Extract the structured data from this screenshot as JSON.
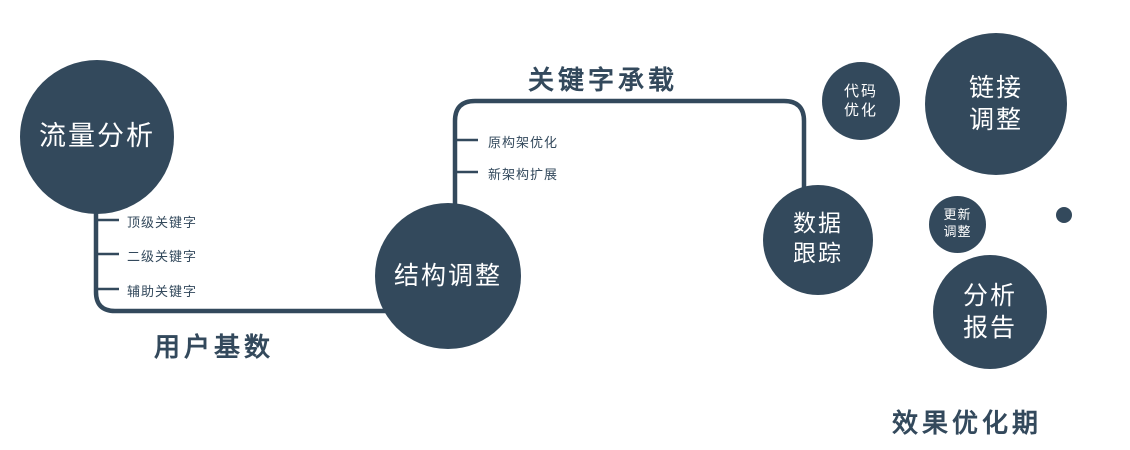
{
  "colors": {
    "primary": "#33495c",
    "text_on_node": "#ffffff"
  },
  "nodes": {
    "traffic_analysis": {
      "label": "流量分析"
    },
    "structure_adjustment": {
      "label": "结构调整"
    },
    "data_tracking": {
      "line1": "数据",
      "line2": "跟踪"
    },
    "code_optimization": {
      "line1": "代码",
      "line2": "优化"
    },
    "link_adjustment": {
      "line1": "链接",
      "line2": "调整"
    },
    "update_adjustment": {
      "line1": "更新",
      "line2": "调整"
    },
    "analysis_report": {
      "line1": "分析",
      "line2": "报告"
    }
  },
  "edge_labels": {
    "keyword_carrying": "关键字承载",
    "user_base": "用户基数"
  },
  "branches": {
    "traffic": [
      "顶级关键字",
      "二级关键字",
      "辅助关键字"
    ],
    "structure": [
      "原构架优化",
      "新架构扩展"
    ]
  },
  "caption": "效果优化期"
}
